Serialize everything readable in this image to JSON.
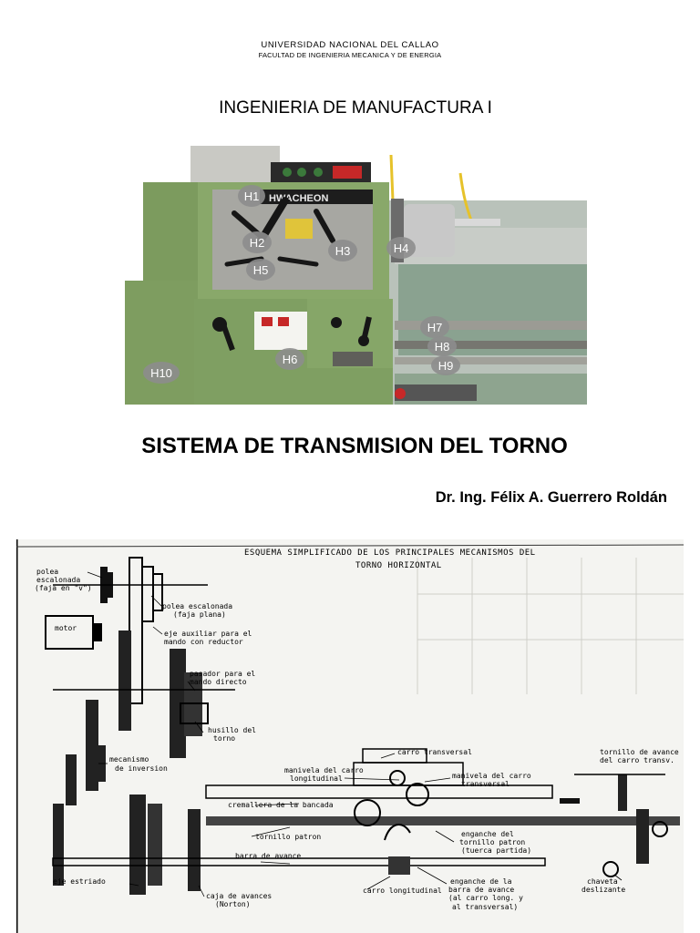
{
  "header": {
    "university": "UNIVERSIDAD NACIONAL DEL CALLAO",
    "faculty": "FACULTAD DE INGENIERIA MECANICA Y DE ENERGIA",
    "course": "INGENIERIA DE MANUFACTURA I"
  },
  "photo": {
    "brand": "HWACHEON",
    "labels": [
      "H1",
      "H2",
      "H3",
      "H4",
      "H5",
      "H6",
      "H7",
      "H8",
      "H9",
      "H10"
    ]
  },
  "main_title": "SISTEMA DE TRANSMISION DEL TORNO",
  "author": "Dr. Ing. Félix A. Guerrero Roldán",
  "diagram": {
    "title_line1": "ESQUEMA SIMPLIFICADO DE LOS PRINCIPALES MECANISMOS DEL",
    "title_line2": "TORNO HORIZONTAL",
    "labels": {
      "polea_faja_v_1": "polea",
      "polea_faja_v_2": "escalonada",
      "polea_faja_v_3": "(faja en \"v\")",
      "motor": "motor",
      "polea_plana_1": "polea escalonada",
      "polea_plana_2": "(faja plana)",
      "eje_aux_1": "eje auxiliar para el",
      "eje_aux_2": "mando con reductor",
      "pasador_1": "pasador para el",
      "pasador_2": "mando directo",
      "husillo_1": "husillo del",
      "husillo_2": "torno",
      "mecanismo_1": "mecanismo",
      "mecanismo_2": "de inversion",
      "carro_transversal": "carro transversal",
      "manivela_long_1": "manivela del carro",
      "manivela_long_2": "longitudinal",
      "manivela_trans_1": "manivela del carro",
      "manivela_trans_2": "transversal",
      "tornillo_avance_1": "tornillo de avance",
      "tornillo_avance_2": "del carro transv.",
      "cremallera": "cremallera de la bancada",
      "tornillo_patron": "tornillo patron",
      "enganche_tp_1": "enganche del",
      "enganche_tp_2": "tornillo patron",
      "enganche_tp_3": "(tuerca partida)",
      "barra_avance": "barra de avance",
      "eje_estriado": "eje estriado",
      "caja_1": "caja de avances",
      "caja_2": "(Norton)",
      "carro_long": "carro longitudinal",
      "enganche_ba_1": "enganche de la",
      "enganche_ba_2": "barra de avance",
      "enganche_ba_3": "(al carro long. y",
      "enganche_ba_4": "al transversal)",
      "chaveta_1": "chaveta",
      "chaveta_2": "deslizante"
    }
  }
}
